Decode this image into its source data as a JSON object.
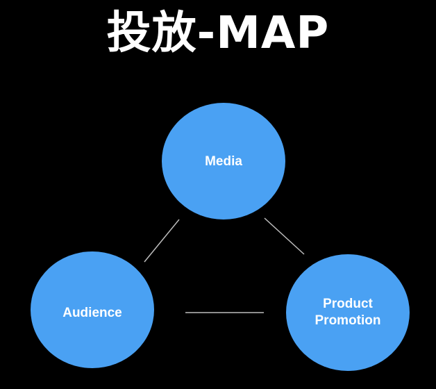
{
  "title": "投放-MAP",
  "colors": {
    "background": "#000000",
    "node_fill": "#4aa1f3",
    "connector": "#bdbdbd",
    "text": "#ffffff"
  },
  "nodes": {
    "media": {
      "label": "Media"
    },
    "audience": {
      "label": "Audience"
    },
    "product_promotion": {
      "label_line1": "Product",
      "label_line2": "Promotion"
    }
  }
}
